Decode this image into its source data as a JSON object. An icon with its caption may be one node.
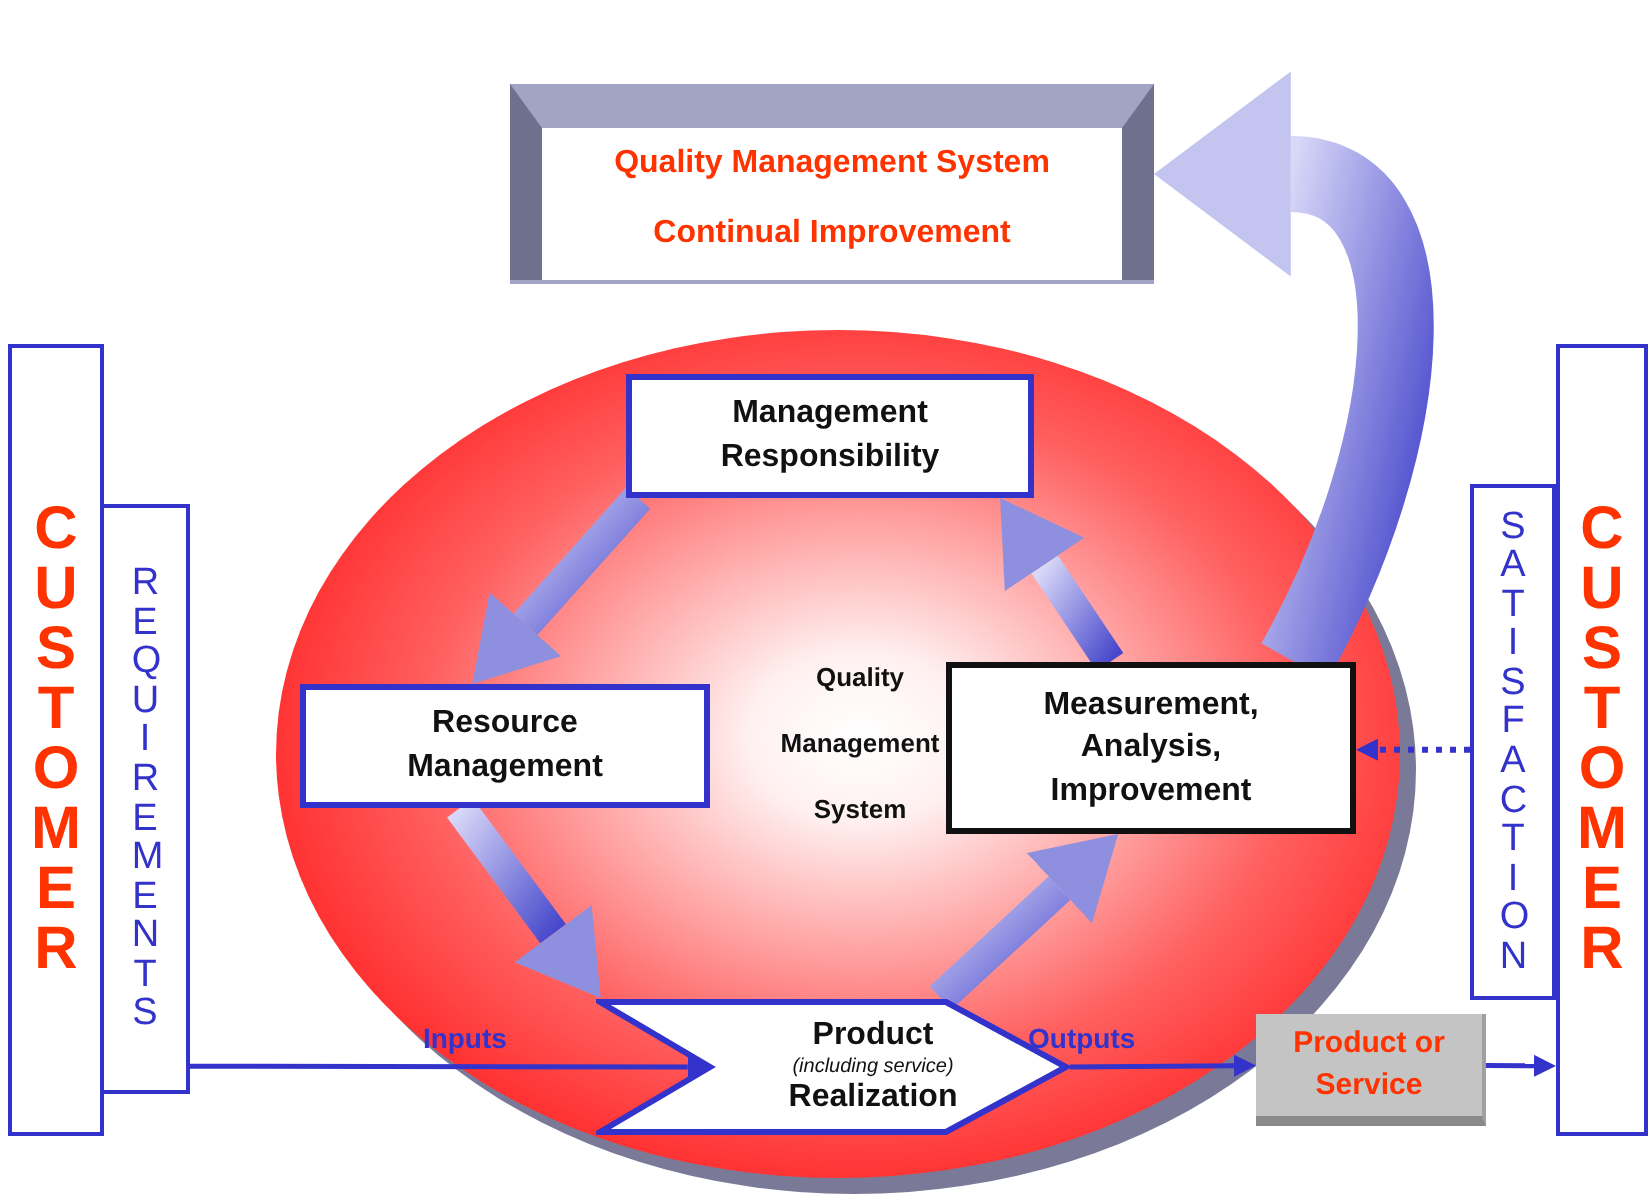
{
  "diagram": {
    "nodes": [
      {
        "text": [
          "Quality Management System",
          "Continual Improvement"
        ]
      },
      {
        "text": [
          "Quality Management System"
        ]
      },
      {
        "text": [
          "Management Responsibility"
        ],
        "in": 1
      },
      {
        "text": [
          "Resource Management"
        ],
        "in": 1
      },
      {
        "text": [
          "Measurement, Analysis, Improvement"
        ],
        "in": 1
      },
      {
        "text": [
          "Product",
          "(including service)",
          "Realization"
        ],
        "in": 1
      },
      {
        "text": [
          "CUSTOMER"
        ]
      },
      {
        "text": [
          "REQUIREMENTS"
        ]
      },
      {
        "text": [
          "SATISFACTION"
        ]
      },
      {
        "text": [
          "CUSTOMER"
        ]
      },
      {
        "text": [
          "Product or Service"
        ]
      }
    ],
    "edges": [
      {
        "from": 7,
        "to": 5,
        "arrow": "to",
        "label": "Inputs"
      },
      {
        "from": 5,
        "to": 10,
        "arrow": "to",
        "label": "Outputs"
      },
      {
        "from": 10,
        "to": 9,
        "arrow": "to"
      },
      {
        "from": 8,
        "to": 4,
        "arrow": "to",
        "style": "dashed"
      },
      {
        "from": 2,
        "to": 3,
        "arrow": "to",
        "style": "thick"
      },
      {
        "from": 3,
        "to": 5,
        "arrow": "to",
        "style": "thick"
      },
      {
        "from": 5,
        "to": 4,
        "arrow": "to",
        "style": "thick"
      },
      {
        "from": 4,
        "to": 2,
        "arrow": "to",
        "style": "thick"
      },
      {
        "from": 4,
        "to": 0,
        "arrow": "to",
        "style": "thick"
      }
    ]
  }
}
